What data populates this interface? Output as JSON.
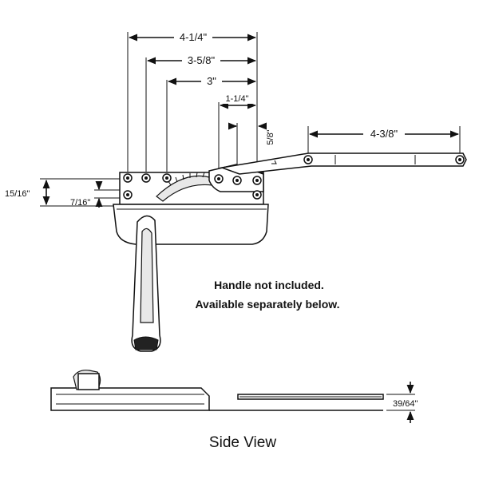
{
  "dimensions": {
    "d_4_1_4": "4-1/4\"",
    "d_3_5_8": "3-5/8\"",
    "d_3": "3\"",
    "d_1_1_4": "1-1/4\"",
    "d_5_8": "5/8\"",
    "d_4_3_8": "4-3/8\"",
    "d_15_16": "15/16\"",
    "d_7_16": "7/16\"",
    "d_39_64": "39/64\""
  },
  "note": {
    "line1": "Handle not included.",
    "line2": "Available separately below."
  },
  "caption": "Side View"
}
